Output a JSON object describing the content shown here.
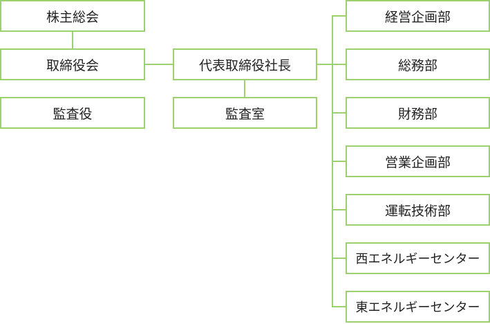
{
  "colors": {
    "border": "#9dd16e",
    "text": "#222222"
  },
  "left": {
    "shareholders": "株主総会",
    "board": "取締役会",
    "auditors": "監査役"
  },
  "center": {
    "president": "代表取締役社長",
    "audit_office": "監査室"
  },
  "departments": [
    {
      "label": "経営企画部"
    },
    {
      "label": "総務部"
    },
    {
      "label": "財務部"
    },
    {
      "label": "営業企画部"
    },
    {
      "label": "運転技術部"
    },
    {
      "label": "西エネルギーセンター"
    },
    {
      "label": "東エネルギーセンター"
    }
  ]
}
